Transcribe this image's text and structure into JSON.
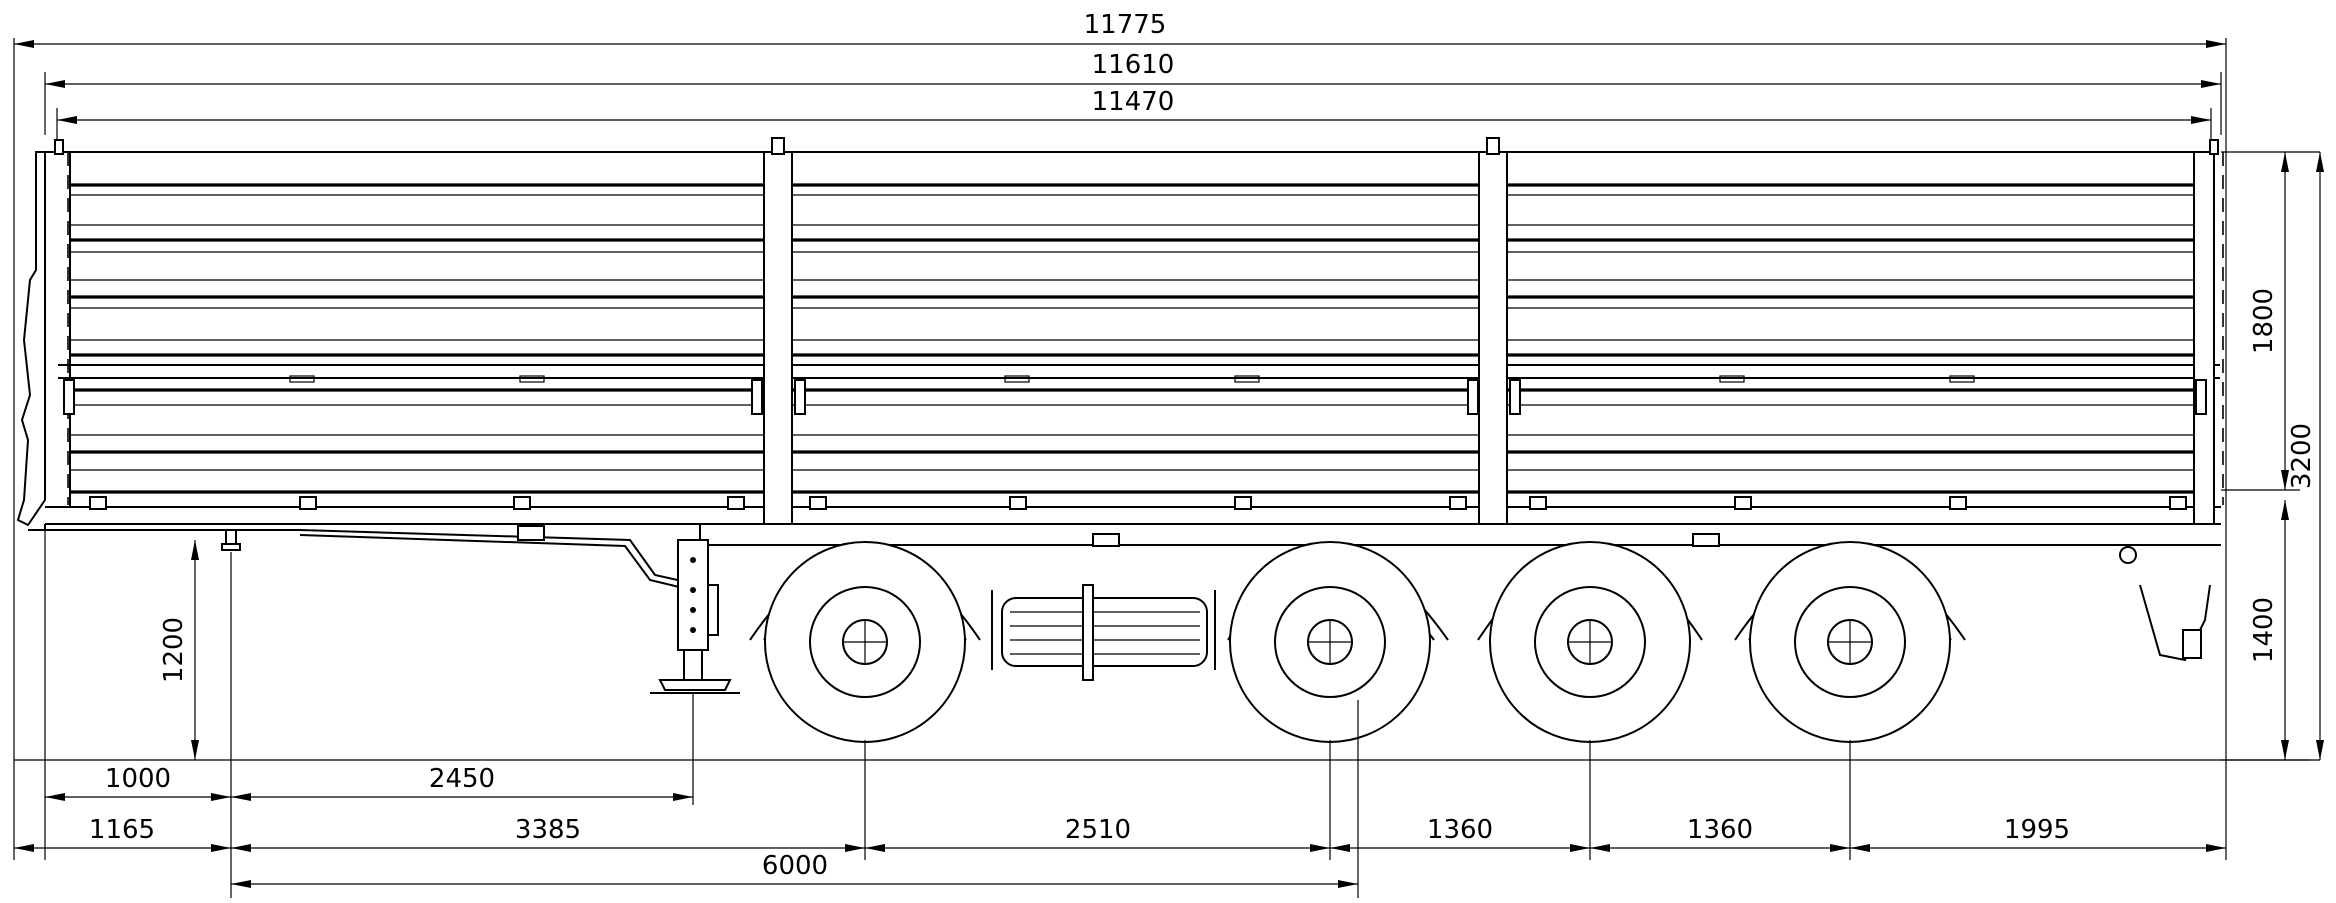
{
  "drawing": {
    "overall_dimensions": {
      "length_11775": "11775",
      "length_11610": "11610",
      "length_11470": "11470"
    },
    "vertical_dimensions": {
      "side_height": "1800",
      "total_height": "3200",
      "platform_height": "1400",
      "kingpin_height": "1200"
    },
    "lower_dimensions": {
      "row1": [
        "1000",
        "2450"
      ],
      "row2": [
        "1165",
        "3385",
        "2510",
        "1360",
        "1360",
        "1995"
      ],
      "row3": [
        "6000"
      ]
    }
  }
}
